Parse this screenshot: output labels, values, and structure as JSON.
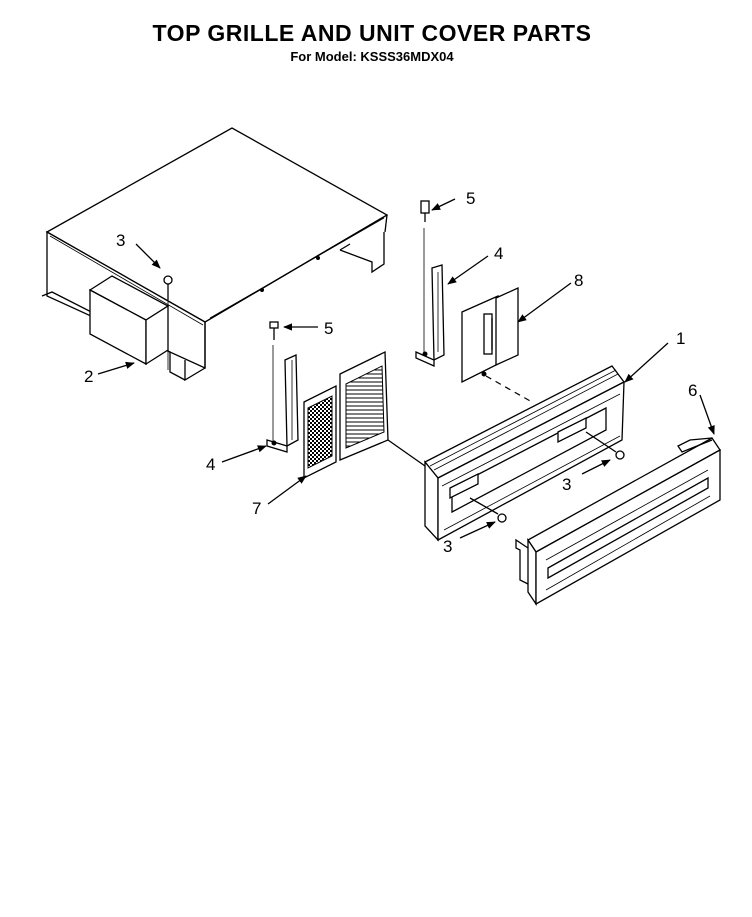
{
  "header": {
    "title": "TOP GRILLE AND UNIT COVER PARTS",
    "subtitle": "For Model: KSSS36MDX04"
  },
  "callouts": {
    "c1": "1",
    "c2": "2",
    "c3a": "3",
    "c3b": "3",
    "c3c": "3",
    "c4a": "4",
    "c4b": "4",
    "c5a": "5",
    "c5b": "5",
    "c6": "6",
    "c7": "7",
    "c8": "8"
  }
}
